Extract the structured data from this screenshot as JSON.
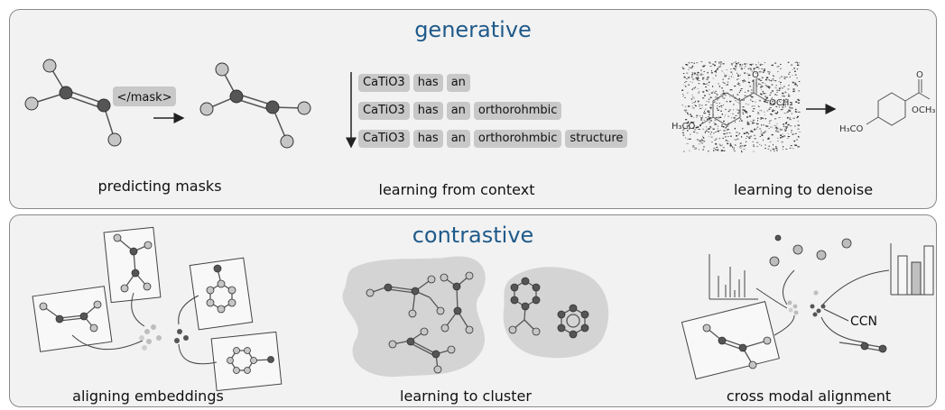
{
  "generative": {
    "title": "generative",
    "mask_label": "</mask>",
    "captions": [
      "predicting masks",
      "learning from context",
      "learning to denoise"
    ],
    "sentences": [
      [
        "CaTiO3",
        "has",
        "an"
      ],
      [
        "CaTiO3",
        "has",
        "an",
        "orthorohmbic"
      ],
      [
        "CaTiO3",
        "has",
        "an",
        "orthorohmbic",
        "structure"
      ]
    ],
    "molecule_labels": {
      "carbonyl_o": "O",
      "ester_right": "OCH₃",
      "ether_left": "H₃CO"
    }
  },
  "contrastive": {
    "title": "contrastive",
    "captions": [
      "aligning embeddings",
      "learning to cluster",
      "cross modal alignment"
    ],
    "ccn_label": "CCN"
  },
  "colors": {
    "panel_bg": "#f2f2f2",
    "title": "#1f5a8a",
    "token_bg": "#c8c8c8",
    "node_dark": "#555555",
    "node_light": "#c6c6c6",
    "cluster_bg": "#d4d4d4"
  }
}
